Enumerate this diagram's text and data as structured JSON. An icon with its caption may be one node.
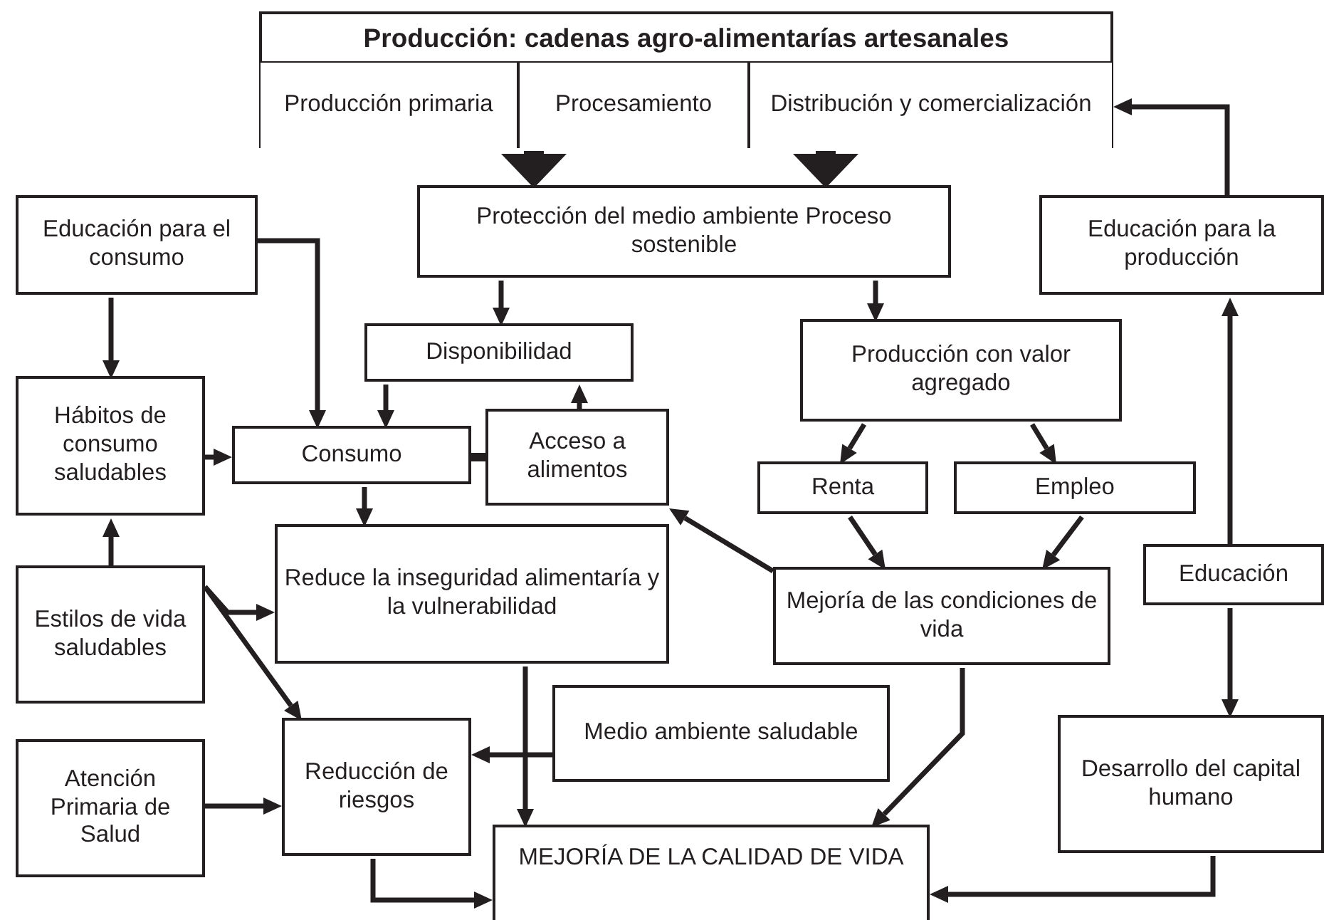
{
  "diagram": {
    "nodes": [
      {
        "text": [
          "Producción: cadenas agro-alimentarías artesanales"
        ]
      },
      {
        "text": [
          "Producción primaria"
        ],
        "in": 0
      },
      {
        "text": [
          "Procesamiento"
        ],
        "in": 0
      },
      {
        "text": [
          "Distribución y comercialización"
        ],
        "in": 0
      },
      {
        "text": [
          "Protección del medio ambiente Proceso sostenible"
        ]
      },
      {
        "text": [
          "Educación para el consumo"
        ]
      },
      {
        "text": [
          "Educación para la producción"
        ]
      },
      {
        "text": [
          "Disponibilidad"
        ]
      },
      {
        "text": [
          "Producción con valor agregado"
        ]
      },
      {
        "text": [
          "Hábitos de consumo saludables"
        ]
      },
      {
        "text": [
          "Consumo"
        ]
      },
      {
        "text": [
          "Acceso a alimentos"
        ]
      },
      {
        "text": [
          "Renta"
        ]
      },
      {
        "text": [
          "Empleo"
        ]
      },
      {
        "text": [
          "Reduce la inseguridad alimentaría y la vulnerabilidad"
        ]
      },
      {
        "text": [
          "Educación"
        ]
      },
      {
        "text": [
          "Estilos de vida saludables"
        ]
      },
      {
        "text": [
          "Mejoría de las condiciones de vida"
        ]
      },
      {
        "text": [
          "Medio ambiente saludable"
        ]
      },
      {
        "text": [
          "Reducción de riesgos"
        ]
      },
      {
        "text": [
          "Atención Primaria de Salud"
        ]
      },
      {
        "text": [
          "Desarrollo del capital humano"
        ]
      },
      {
        "text": [
          "MEJORÍA DE LA CALIDAD DE VIDA"
        ]
      }
    ],
    "edges": [
      {
        "from": 0,
        "to": 4,
        "arrow": "to",
        "style": "thick"
      },
      {
        "from": 0,
        "to": 4,
        "arrow": "to",
        "style": "thick"
      },
      {
        "from": 4,
        "to": 7,
        "arrow": "to"
      },
      {
        "from": 4,
        "to": 8,
        "arrow": "to"
      },
      {
        "from": 5,
        "to": 9,
        "arrow": "to"
      },
      {
        "from": 5,
        "to": 10,
        "arrow": "to"
      },
      {
        "from": 7,
        "to": 10,
        "arrow": "to"
      },
      {
        "from": 11,
        "to": 7,
        "arrow": "to"
      },
      {
        "from": 10,
        "to": 11,
        "arrow": "none"
      },
      {
        "from": 9,
        "to": 10,
        "arrow": "to"
      },
      {
        "from": 10,
        "to": 14,
        "arrow": "to"
      },
      {
        "from": 8,
        "to": 12,
        "arrow": "to"
      },
      {
        "from": 8,
        "to": 13,
        "arrow": "to"
      },
      {
        "from": 12,
        "to": 17,
        "arrow": "to"
      },
      {
        "from": 13,
        "to": 17,
        "arrow": "to"
      },
      {
        "from": 17,
        "to": 11,
        "arrow": "to"
      },
      {
        "from": 16,
        "to": 9,
        "arrow": "to"
      },
      {
        "from": 16,
        "to": 14,
        "arrow": "to"
      },
      {
        "from": 16,
        "to": 19,
        "arrow": "to"
      },
      {
        "from": 14,
        "to": 22,
        "arrow": "to"
      },
      {
        "from": 18,
        "to": 19,
        "arrow": "to"
      },
      {
        "from": 20,
        "to": 19,
        "arrow": "to"
      },
      {
        "from": 19,
        "to": 22,
        "arrow": "to"
      },
      {
        "from": 17,
        "to": 22,
        "arrow": "to"
      },
      {
        "from": 15,
        "to": 6,
        "arrow": "to"
      },
      {
        "from": 15,
        "to": 21,
        "arrow": "to"
      },
      {
        "from": 21,
        "to": 22,
        "arrow": "to"
      },
      {
        "from": 6,
        "to": 0,
        "arrow": "to"
      }
    ]
  }
}
